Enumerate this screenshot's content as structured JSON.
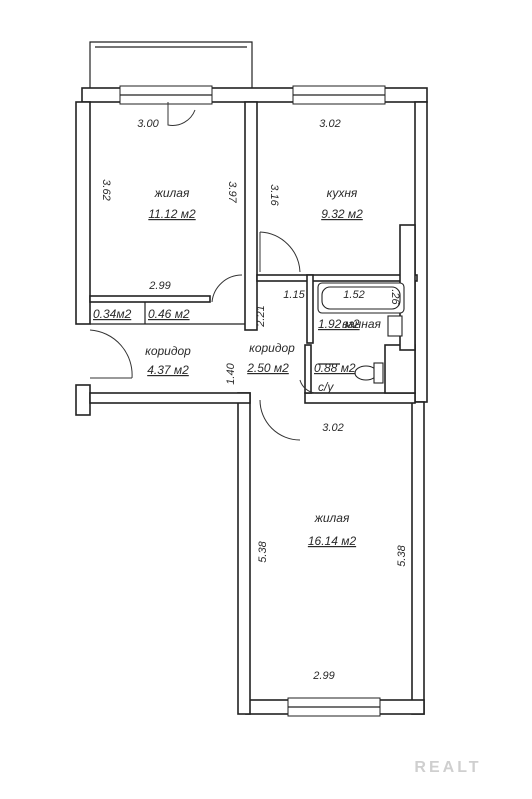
{
  "rooms": {
    "living1": {
      "name": "жилая",
      "area": "11.12 м2"
    },
    "kitchen": {
      "name": "кухня",
      "area": "9.32 м2"
    },
    "corridor1": {
      "name": "коридор",
      "area": "4.37 м2"
    },
    "corridor2": {
      "name": "коридор",
      "area": "2.50 м2"
    },
    "bathroom": {
      "name": "ванная",
      "area": "1.92 м2"
    },
    "toilet": {
      "name": "с/у",
      "area": "0.88 м2"
    },
    "closet1": {
      "area": "0.34м2"
    },
    "closet2": {
      "area": "0.46 м2"
    },
    "living2": {
      "name": "жилая",
      "area": "16.14 м2"
    }
  },
  "dimensions": {
    "living1_top": "3.00",
    "kitchen_top": "3.02",
    "living1_left": "3.62",
    "living1_right": "3.97",
    "kitchen_left": "3.16",
    "living1_bottom": "2.99",
    "bath_w": "1.15",
    "bathtub_len": "1.52",
    "bathtub_w": ".26",
    "bath_h": "2.21",
    "corridor_h": "1.40",
    "living2_top": "3.02",
    "living2_left": "5.38",
    "living2_right": "5.38",
    "living2_bottom": "2.99"
  },
  "watermark": "REALT"
}
